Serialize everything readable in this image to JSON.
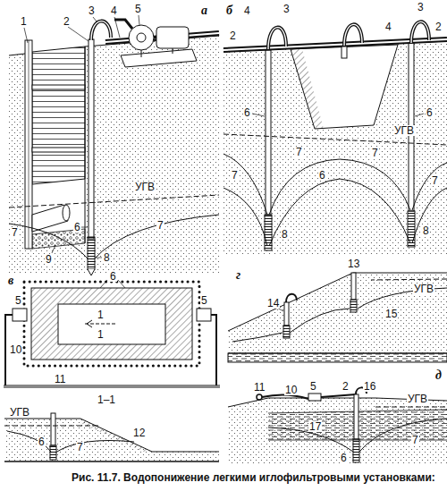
{
  "diagram": {
    "caption": "Рис. 11.7. Водопонижение легкими иглофильтровыми установками:",
    "labels": [
      "а",
      "1",
      "2",
      "3",
      "4",
      "5",
      "УГВ",
      "6",
      "7",
      "9",
      "7",
      "8",
      "б",
      "4",
      "3",
      "2",
      "3",
      "4",
      "2",
      "6",
      "УГВ",
      "7",
      "7",
      "6",
      "7",
      "6",
      "7",
      "8",
      "8",
      "в",
      "6",
      "5",
      "5",
      "10",
      "11",
      "1",
      "1",
      "1–1",
      "УГВ",
      "6",
      "7",
      "12",
      "г",
      "13",
      "УГВ",
      "14",
      "15",
      "д",
      "11",
      "10",
      "5",
      "2",
      "16",
      "УГВ",
      "17",
      "7",
      "6"
    ]
  }
}
